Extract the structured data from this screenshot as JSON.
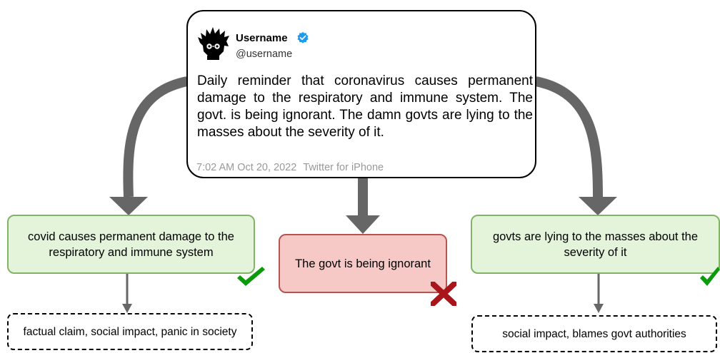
{
  "tweet": {
    "name": "Username",
    "handle": "@username",
    "text": "Daily reminder that coronavirus causes permanent damage to the respiratory and immune system. The govt. is being ignorant. The damn govts are lying to the masses about the severity of it.",
    "time": "7:02 AM Oct 20, 2022",
    "source": "Twitter for iPhone"
  },
  "claims": [
    {
      "text": "covid causes permanent damage to the respiratory and immune system",
      "status": "valid"
    },
    {
      "text": "The govt is being ignorant",
      "status": "invalid"
    },
    {
      "text": "govts are lying to the masses about the severity of it",
      "status": "valid"
    }
  ],
  "labels": [
    {
      "text": "factual claim, social impact, panic in society"
    },
    {
      "text": "social impact, blames govt authorities"
    }
  ],
  "colors": {
    "valid_fill": "#e4f4da",
    "valid_border": "#82b366",
    "invalid_fill": "#f6c9c7",
    "invalid_border": "#b85450",
    "arrow": "#666666",
    "check": "#0a9a0a",
    "cross": "#a8151a",
    "verified": "#1d9bf0"
  },
  "icons": {
    "valid": "check-icon",
    "invalid": "cross-icon",
    "verified": "verified-badge-icon"
  }
}
